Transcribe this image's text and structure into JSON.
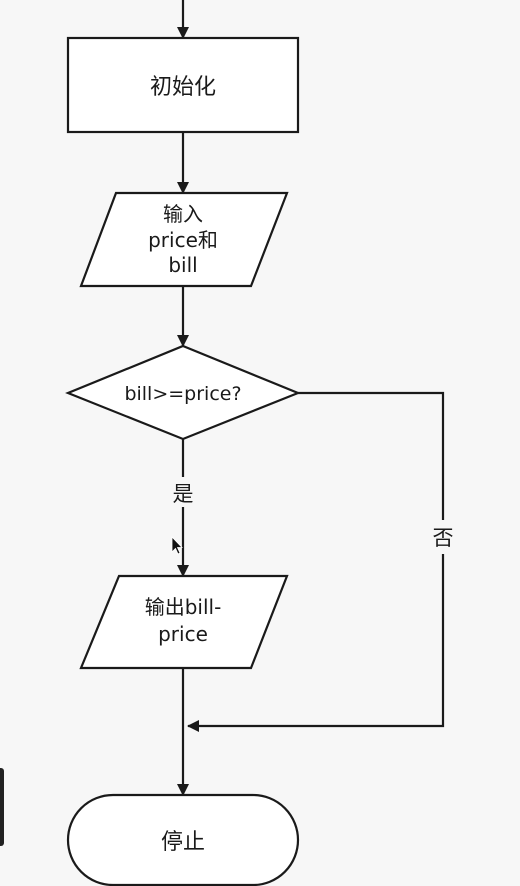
{
  "nodes": {
    "init": "初始化",
    "input": [
      "输入",
      "price和",
      "bill"
    ],
    "decision": "bill>=price?",
    "output": [
      "输出bill-",
      "price"
    ],
    "stop": "停止"
  },
  "edge_labels": {
    "yes": "是",
    "no": "否"
  },
  "colors": {
    "background": "#f7f7f7",
    "stroke": "#1a1a1a",
    "node_fill": "#ffffff"
  }
}
